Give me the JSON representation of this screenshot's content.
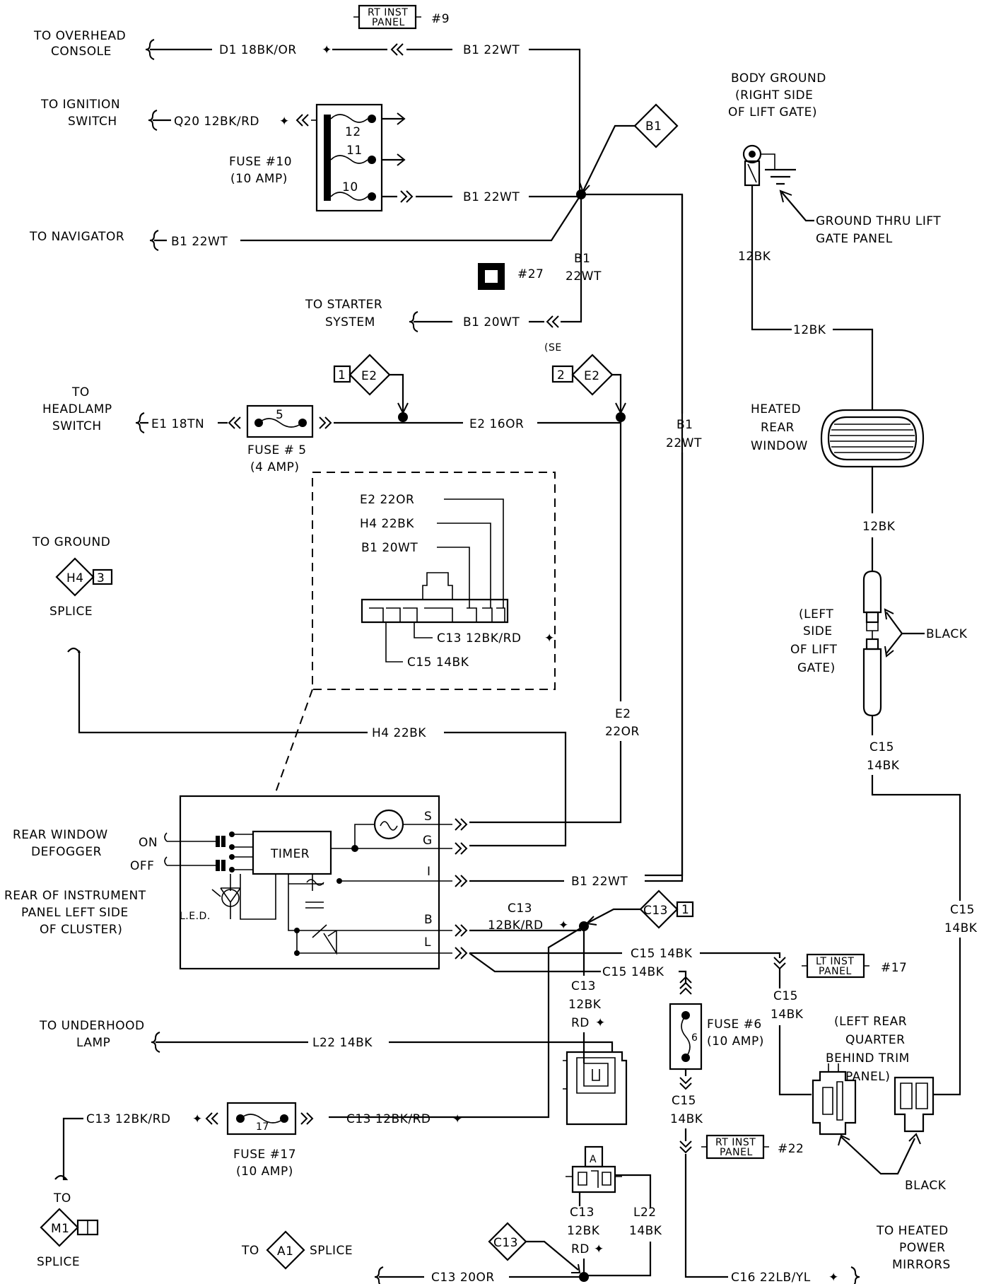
{
  "labels": {
    "to_overhead": [
      "TO OVERHEAD",
      "CONSOLE"
    ],
    "d1_wire": "D1 18BK/OR",
    "b1_22wt": "B1 22WT",
    "rt_inst_panel": [
      "RT INST",
      "PANEL"
    ],
    "num9": "#9",
    "to_ignition": [
      "TO IGNITION",
      "SWITCH"
    ],
    "q20_wire": "Q20 12BK/RD",
    "fuse10": [
      "FUSE #10",
      "(10 AMP)"
    ],
    "f12": "12",
    "f11": "11",
    "f10": "10",
    "to_navigator": "TO NAVIGATOR",
    "b1_diamond": "B1",
    "num27": "#27",
    "b1": "B1",
    "w22wt": "22WT",
    "to_starter": [
      "TO STARTER",
      "SYSTEM"
    ],
    "b1_20wt": "B1 20WT",
    "se": "(SE",
    "e2": "E2",
    "one": "1",
    "two": "2",
    "to_headlamp": [
      "TO",
      "HEADLAMP",
      "SWITCH"
    ],
    "e1_wire": "E1 18TN",
    "fuse5": [
      "FUSE # 5",
      "(4 AMP)"
    ],
    "f5": "5",
    "e2_16or": "E2 16OR",
    "e2_22or": "E2 22OR",
    "h4_22bk": "H4 22BK",
    "b1_20wt_c": "B1 20WT",
    "c13_wire": "C13 12BK/RD",
    "c15_14bk": "C15 14BK",
    "to_ground": "TO GROUND",
    "h4": "H4",
    "three": "3",
    "splice": "SPLICE",
    "e2_v": [
      "E2",
      "22OR"
    ],
    "rear_window": [
      "REAR WINDOW",
      "DEFOGGER"
    ],
    "on": "ON",
    "off": "OFF",
    "rear_of": [
      "REAR OF INSTRUMENT",
      "PANEL LEFT SIDE",
      "OF CLUSTER)"
    ],
    "timer": "TIMER",
    "led": "L.E.D.",
    "pin_s": "S",
    "pin_g": "G",
    "pin_i": "I",
    "pin_b": "B",
    "pin_l": "L",
    "c13_12bkrd": [
      "C13",
      "12BK/RD"
    ],
    "c13": "C13",
    "c15": "C15",
    "w14bk": "14BK",
    "body_ground": [
      "BODY GROUND",
      "(RIGHT SIDE",
      "OF LIFT GATE)"
    ],
    "ground_thru": [
      "GROUND THRU LIFT",
      "GATE PANEL"
    ],
    "w12bk": "12BK",
    "heated_rear": [
      "HEATED",
      "REAR",
      "WINDOW"
    ],
    "left_side": [
      "(LEFT",
      "SIDE",
      "OF LIFT",
      "GATE)"
    ],
    "black": "BLACK",
    "lt_inst_panel": [
      "LT INST",
      "PANEL"
    ],
    "num17": "#17",
    "left_rear": [
      "(LEFT REAR",
      "QUARTER",
      "BEHIND TRIM",
      "PANEL)"
    ],
    "to_underhood": [
      "TO UNDERHOOD",
      "LAMP"
    ],
    "l22_14bk": "L22 14BK",
    "c13_v": [
      "C13",
      "12BK",
      "RD"
    ],
    "fuse6": [
      "FUSE #6",
      "(10 AMP)"
    ],
    "f6": "6",
    "fuse17": [
      "FUSE #17",
      "(10 AMP)"
    ],
    "f17": "17",
    "to": "TO",
    "m1": "M1",
    "num22": "#22",
    "c13_bottom_v": [
      "C13",
      "12BK",
      "RD"
    ],
    "l22_v": [
      "L22",
      "14BK"
    ],
    "a1": "A1",
    "c13_20or": "C13 20OR",
    "c16_wire": "C16 22LB/YL",
    "to_heated_mirrors": [
      "TO HEATED",
      "POWER",
      "MIRRORS"
    ],
    "a_letter": "A"
  }
}
